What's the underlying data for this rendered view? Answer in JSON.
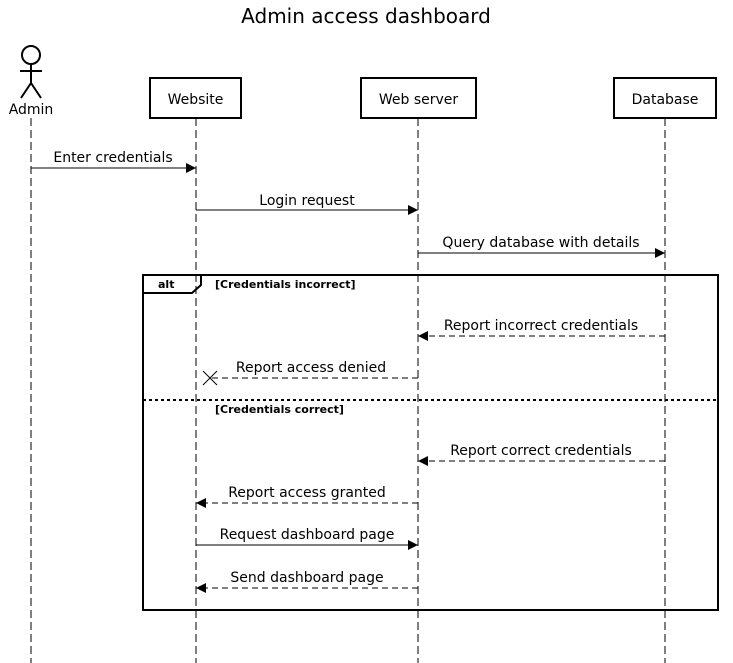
{
  "title": "Admin access dashboard",
  "participants": {
    "admin": {
      "label": "Admin",
      "kind": "actor"
    },
    "website": {
      "label": "Website",
      "kind": "box"
    },
    "webserver": {
      "label": "Web server",
      "kind": "box"
    },
    "database": {
      "label": "Database",
      "kind": "box"
    }
  },
  "messages": [
    {
      "label": "Enter credentials",
      "from": "admin",
      "to": "website",
      "style": "solid"
    },
    {
      "label": "Login request",
      "from": "website",
      "to": "webserver",
      "style": "solid"
    },
    {
      "label": "Query database with details",
      "from": "webserver",
      "to": "database",
      "style": "solid"
    },
    {
      "label": "Report incorrect credentials",
      "from": "database",
      "to": "webserver",
      "style": "dashed"
    },
    {
      "label": "Report access denied",
      "from": "webserver",
      "to": "website",
      "style": "dashed",
      "end": "cross"
    },
    {
      "label": "Report correct credentials",
      "from": "database",
      "to": "webserver",
      "style": "dashed"
    },
    {
      "label": "Report access granted",
      "from": "webserver",
      "to": "website",
      "style": "dashed"
    },
    {
      "label": "Request dashboard page",
      "from": "website",
      "to": "webserver",
      "style": "solid"
    },
    {
      "label": "Send dashboard page",
      "from": "webserver",
      "to": "website",
      "style": "dashed"
    }
  ],
  "alt_frame": {
    "operator": "alt",
    "guards": [
      "[Credentials incorrect]",
      "[Credentials correct]"
    ]
  }
}
